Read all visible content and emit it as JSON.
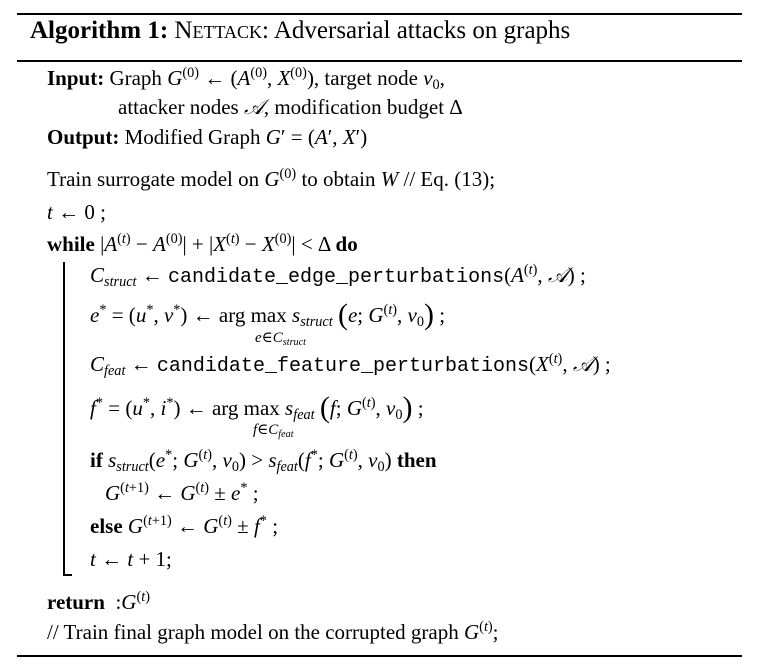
{
  "title": {
    "label": "Algorithm 1:",
    "name": "Nettack",
    "desc": ": Adversarial attacks on graphs"
  },
  "input": {
    "kw": "Input:",
    "line1": "Graph G(0) ← (A(0), X(0)), target node v0,",
    "line2": "attacker nodes 𝒜, modification budget Δ"
  },
  "output": {
    "kw": "Output:",
    "text": "Modified Graph G′ = (A′, X′)"
  },
  "lines": {
    "train": "Train surrogate model on G(0) to obtain W // Eq. (13);",
    "init": "t ← 0 ;",
    "while_kw": "while",
    "while_cond": "|A(t) − A(0)| + |X(t) − X(0)| < Δ",
    "do_kw": "do",
    "cstruct": "Cstruct ← candidate_edge_perturbations(A(t), 𝒜) ;",
    "func_edge": "candidate_edge_perturbations",
    "estar": "e* = (u*, v*) ← arg max sstruct (e; G(t), v0) ;",
    "estar_sub": "e∈Cstruct",
    "cfeat": "Cfeat ← candidate_feature_perturbations(X(t), 𝒜) ;",
    "func_feat": "candidate_feature_perturbations",
    "fstar": "f* = (u*, i*) ← arg max sfeat (f; G(t), v0) ;",
    "fstar_sub": "f∈Cfeat",
    "if_kw": "if",
    "if_cond": "sstruct(e*; G(t), v0) > sfeat(f*; G(t), v0)",
    "then_kw": "then",
    "g_edge": "G(t+1) ← G(t) ± e* ;",
    "else_kw": "else",
    "g_feat": "G(t+1) ← G(t) ± f* ;",
    "incr": "t ← t + 1;",
    "return_kw": "return",
    "return_val": ":G(t)",
    "comment": "// Train final graph model on the corrupted graph G(t);"
  }
}
